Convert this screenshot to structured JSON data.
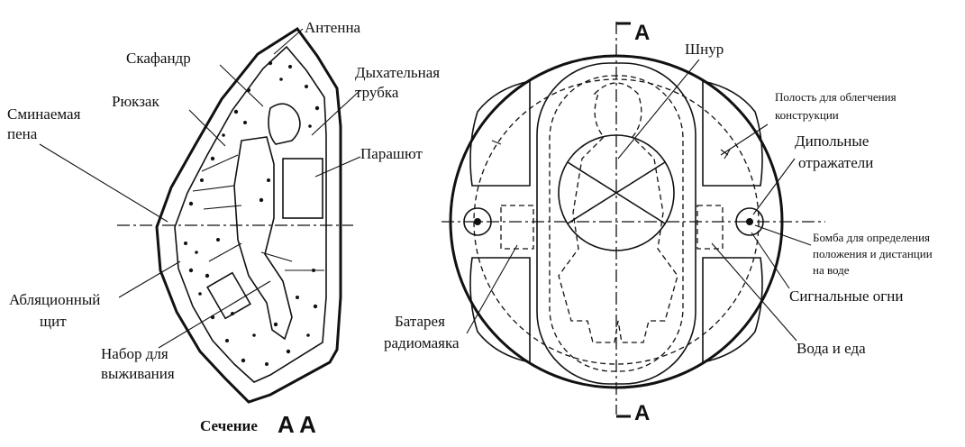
{
  "labels": {
    "antenna": "Антенна",
    "suit": "Скафандр",
    "breathing_tube_1": "Дыхательная",
    "breathing_tube_2": "трубка",
    "backpack": "Рюкзак",
    "crush_foam_1": "Сминаемая",
    "crush_foam_2": "пена",
    "parachute": "Парашют",
    "ablative_shield_1": "Абляционный",
    "ablative_shield_2": "щит",
    "survival_kit_1": "Набор для",
    "survival_kit_2": "выживания",
    "section_caption_word": "Сечение",
    "section_caption_letters": "A A",
    "cord": "Шнур",
    "cavity_1": "Полость для облегчения",
    "cavity_2": "конструкции",
    "dipole_1": "Дипольные",
    "dipole_2": "отражатели",
    "bomb_1": "Бомба для определения",
    "bomb_2": "положения и дистанции",
    "bomb_3": "на воде",
    "signal_lights": "Сигнальные огни",
    "beacon_battery_1": "Батарея",
    "beacon_battery_2": "радиомаяка",
    "water_food": "Вода и еда",
    "section_mark_top": "A",
    "section_mark_bottom": "A"
  }
}
